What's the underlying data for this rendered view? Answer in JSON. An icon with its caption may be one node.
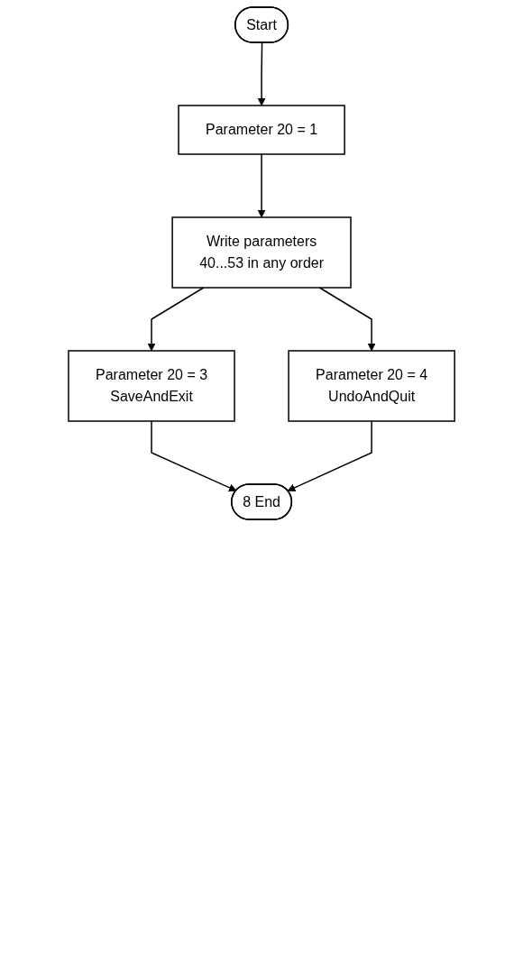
{
  "diagram": {
    "nodes": [
      {
        "text": [
          "Start"
        ]
      },
      {
        "text": [
          "Parameter 20 = 1"
        ]
      },
      {
        "text": [
          "Write parameters 40...53 in any order"
        ]
      },
      {
        "text": [
          "Parameter 20 = 3 SaveAndExit"
        ]
      },
      {
        "text": [
          "Parameter 20 = 4 UndoAndQuit"
        ]
      },
      {
        "text": [
          "8 End"
        ]
      }
    ],
    "edges": [
      {
        "from": 0,
        "to": 1,
        "arrow": "to"
      },
      {
        "from": 1,
        "to": 2,
        "arrow": "to"
      },
      {
        "from": 2,
        "to": 3,
        "arrow": "to"
      },
      {
        "from": 2,
        "to": 4,
        "arrow": "to"
      },
      {
        "from": 3,
        "to": 5,
        "arrow": "to"
      },
      {
        "from": 4,
        "to": 5,
        "arrow": "to"
      }
    ]
  }
}
